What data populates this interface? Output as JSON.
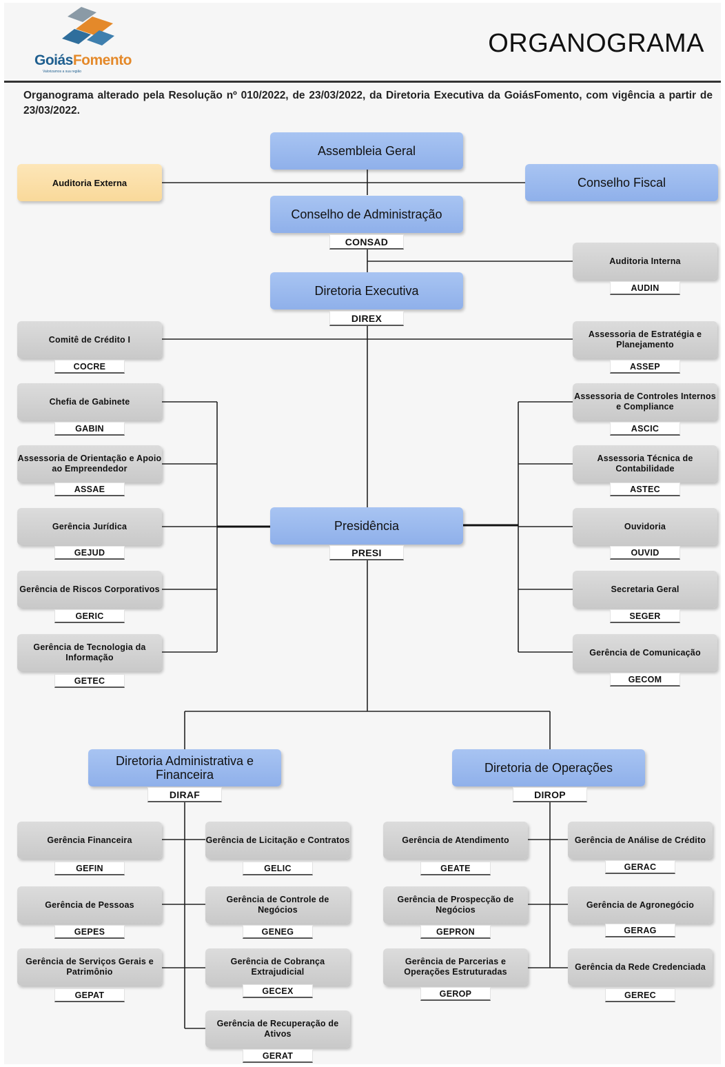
{
  "header": {
    "logo_name_a": "Goiás",
    "logo_name_b": "Fomento",
    "logo_tagline": "Valorizamos a sua região",
    "title": "ORGANOGRAMA"
  },
  "intro": "Organograma alterado pela Resolução nº 010/2022, de 23/03/2022, da Diretoria Executiva da GoiásFomento, com vigência a partir de 23/03/2022.",
  "colors": {
    "top_level": "#9ab9ee",
    "units": "#d2d2d2",
    "external": "#fbe0a9",
    "lines": "#222222"
  },
  "org": {
    "assembleia": "Assembleia Geral",
    "auditoria_externa": "Auditoria Externa",
    "conselho_fiscal": "Conselho Fiscal",
    "consad": {
      "label": "Conselho de Administração",
      "code": "CONSAD"
    },
    "audin": {
      "label": "Auditoria Interna",
      "code": "AUDIN"
    },
    "direx": {
      "label": "Diretoria Executiva",
      "code": "DIREX"
    },
    "cocre": {
      "label": "Comitê de Crédito I",
      "code": "COCRE"
    },
    "assep": {
      "label": "Assessoria de Estratégia e Planejamento",
      "code": "ASSEP"
    },
    "presi": {
      "label": "Presidência",
      "code": "PRESI"
    },
    "left_units": [
      {
        "label": "Chefia de Gabinete",
        "code": "GABIN"
      },
      {
        "label": "Assessoria de Orientação e Apoio ao Empreendedor",
        "code": "ASSAE"
      },
      {
        "label": "Gerência Jurídica",
        "code": "GEJUD"
      },
      {
        "label": "Gerência de Riscos Corporativos",
        "code": "GERIC"
      },
      {
        "label": "Gerência de Tecnologia da Informação",
        "code": "GETEC"
      }
    ],
    "right_units": [
      {
        "label": "Assessoria de Controles Internos e Compliance",
        "code": "ASCIC"
      },
      {
        "label": "Assessoria Técnica de Contabilidade",
        "code": "ASTEC"
      },
      {
        "label": "Ouvidoria",
        "code": "OUVID"
      },
      {
        "label": "Secretaria Geral",
        "code": "SEGER"
      },
      {
        "label": "Gerência de Comunicação",
        "code": "GECOM"
      }
    ],
    "diraf": {
      "label": "Diretoria Administrativa e Financeira",
      "code": "DIRAF",
      "left": [
        {
          "label": "Gerência Financeira",
          "code": "GEFIN"
        },
        {
          "label": "Gerência de Pessoas",
          "code": "GEPES"
        },
        {
          "label": "Gerência de Serviços Gerais e Patrimônio",
          "code": "GEPAT"
        }
      ],
      "right": [
        {
          "label": "Gerência de Licitação e Contratos",
          "code": "GELIC"
        },
        {
          "label": "Gerência de Controle de Negócios",
          "code": "GENEG"
        },
        {
          "label": "Gerência de Cobrança Extrajudicial",
          "code": "GECEX"
        },
        {
          "label": "Gerência de Recuperação de Ativos",
          "code": "GERAT"
        }
      ]
    },
    "dirop": {
      "label": "Diretoria de Operações",
      "code": "DIROP",
      "left": [
        {
          "label": "Gerência de Atendimento",
          "code": "GEATE"
        },
        {
          "label": "Gerência de Prospecção de Negócios",
          "code": "GEPRON"
        },
        {
          "label": "Gerência de Parcerias e Operações Estruturadas",
          "code": "GEROP"
        }
      ],
      "right": [
        {
          "label": "Gerência de Análise de Crédito",
          "code": "GERAC"
        },
        {
          "label": "Gerência de Agronegócio",
          "code": "GERAG"
        },
        {
          "label": "Gerência da Rede Credenciada",
          "code": "GEREC"
        }
      ]
    }
  }
}
